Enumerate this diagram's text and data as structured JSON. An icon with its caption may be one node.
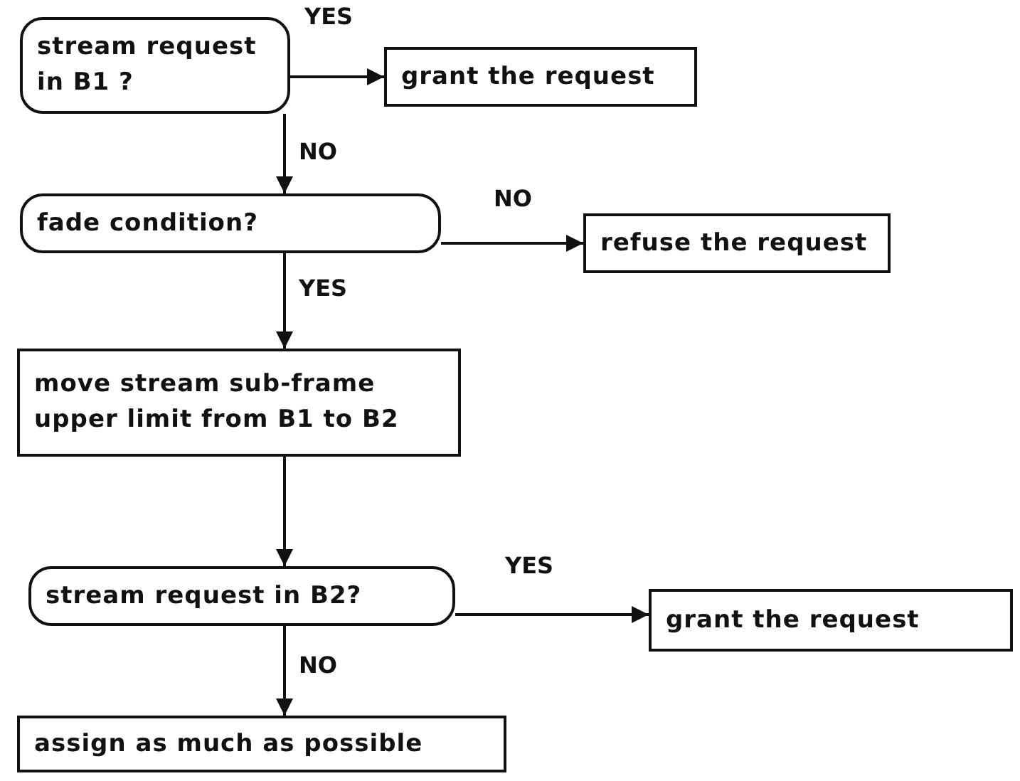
{
  "diagram": {
    "nodes": [
      {
        "text": [
          "stream request in B1 ?"
        ]
      },
      {
        "text": [
          "grant the request"
        ]
      },
      {
        "text": [
          "fade condition?"
        ]
      },
      {
        "text": [
          "refuse the request"
        ]
      },
      {
        "text": [
          "move stream sub-frame upper limit from B1 to B2"
        ]
      },
      {
        "text": [
          "stream request in B2?"
        ]
      },
      {
        "text": [
          "grant the request"
        ]
      },
      {
        "text": [
          "assign as much as possible"
        ]
      }
    ],
    "edges": [
      {
        "from": 0,
        "to": 1,
        "arrow": "to",
        "label": "YES"
      },
      {
        "from": 0,
        "to": 2,
        "arrow": "to",
        "label": "NO"
      },
      {
        "from": 2,
        "to": 3,
        "arrow": "to",
        "label": "NO"
      },
      {
        "from": 2,
        "to": 4,
        "arrow": "to",
        "label": "YES"
      },
      {
        "from": 4,
        "to": 5,
        "arrow": "to"
      },
      {
        "from": 5,
        "to": 6,
        "arrow": "to",
        "label": "YES"
      },
      {
        "from": 5,
        "to": 7,
        "arrow": "to",
        "label": "NO"
      }
    ]
  }
}
